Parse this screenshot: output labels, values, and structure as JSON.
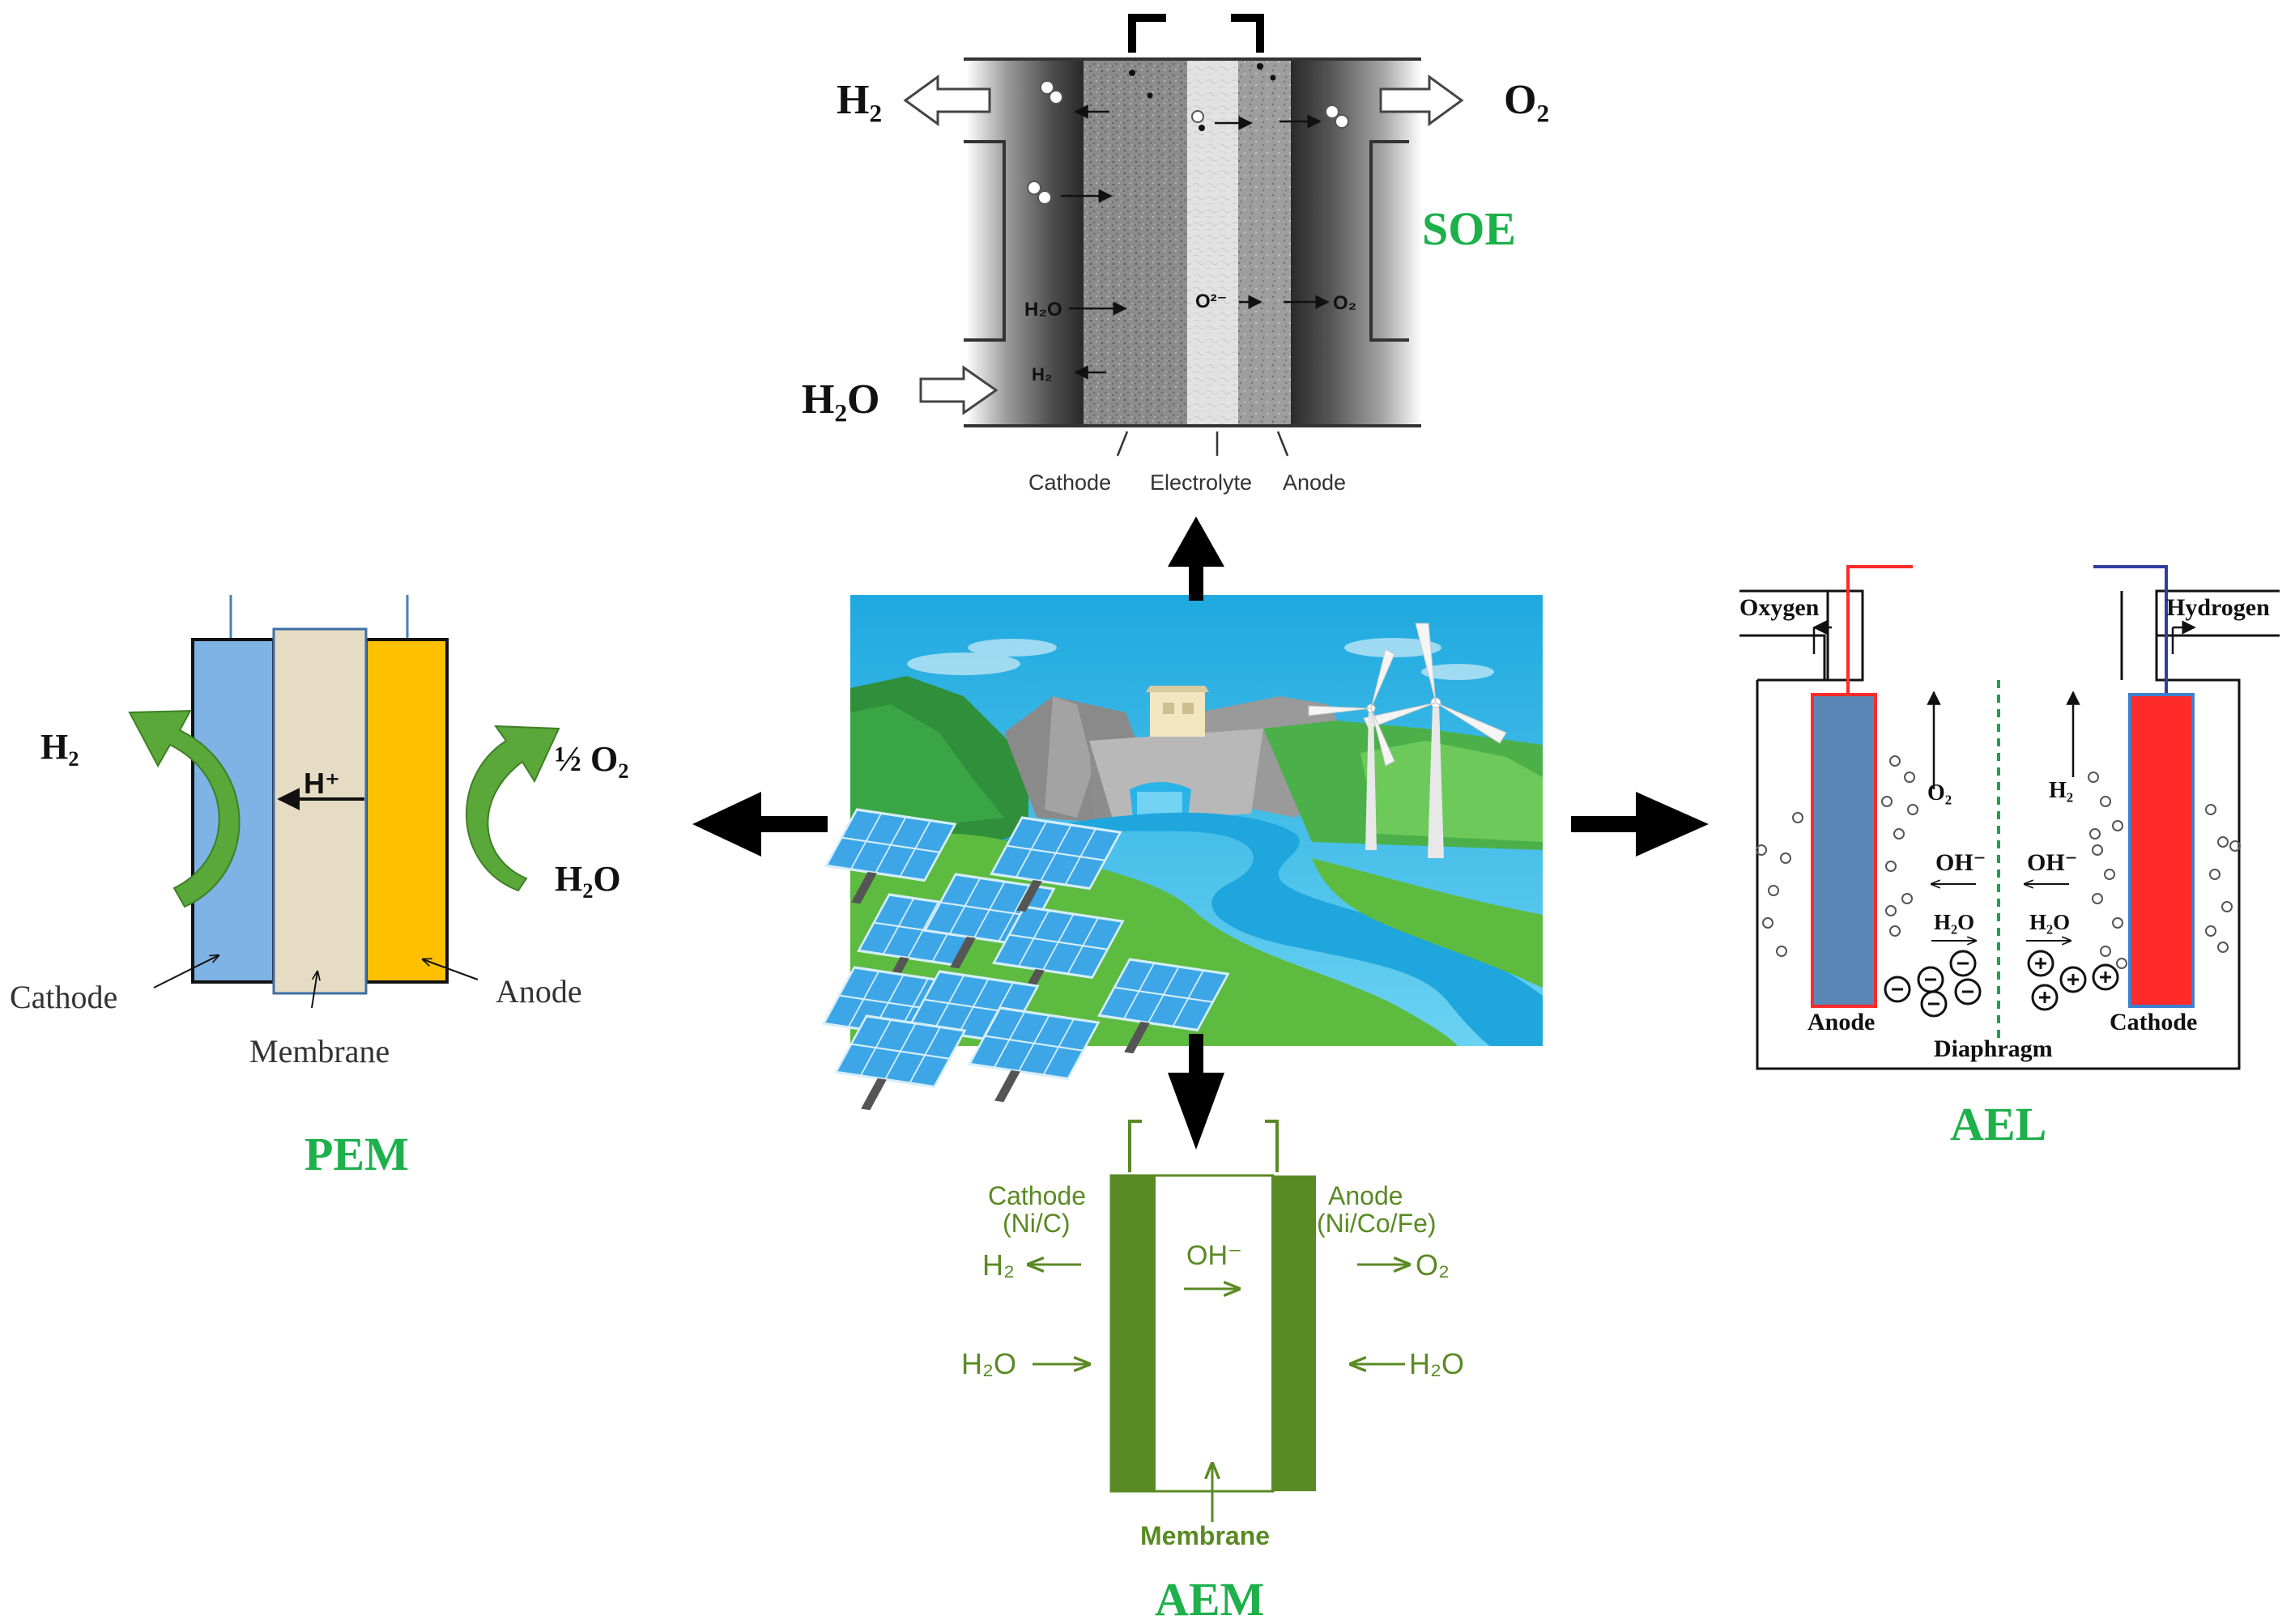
{
  "center": {
    "scene": "renewable-energy-scene"
  },
  "soe": {
    "title": "SOE",
    "h2_out": "H₂",
    "o2_out": "O₂",
    "h2o_in": "H₂O",
    "inner_h2o": "H₂O",
    "inner_h2": "H₂",
    "inner_o2minus": "O²⁻",
    "inner_o2": "O₂",
    "label_cathode": "Cathode",
    "label_electrolyte": "Electrolyte",
    "label_anode": "Anode"
  },
  "pem": {
    "title": "PEM",
    "h2": "H₂",
    "half_o2": "½ O₂",
    "h2o": "H₂O",
    "hplus": "H⁺",
    "label_cathode": "Cathode",
    "label_membrane": "Membrane",
    "label_anode": "Anode"
  },
  "ael": {
    "title": "AEL",
    "oxygen": "Oxygen",
    "hydrogen": "Hydrogen",
    "o2": "O₂",
    "h2": "H₂",
    "ohminus_left": "OH⁻",
    "ohminus_right": "OH⁻",
    "h2o_left": "H₂O",
    "h2o_right": "H₂O",
    "label_anode": "Anode",
    "label_cathode": "Cathode",
    "label_diaphragm": "Diaphragm"
  },
  "aem": {
    "title": "AEM",
    "cathode_label": "Cathode",
    "cathode_material": "(Ni/C)",
    "anode_label": "Anode",
    "anode_material": "(Ni/Co/Fe)",
    "h2": "H₂",
    "o2": "O₂",
    "ohminus": "OH⁻",
    "h2o_left": "H₂O",
    "h2o_right": "H₂O",
    "membrane_label": "Membrane"
  },
  "colors": {
    "green_title": "#1db04b",
    "aem_green": "#5a8a23",
    "pem_cathode": "#7fb2e5",
    "pem_membrane": "#e5dcc3",
    "pem_anode": "#ffc000",
    "pem_arrow": "#5aa83a",
    "ael_anode": "#5b87b8",
    "ael_cathode": "#ff2a2a"
  }
}
